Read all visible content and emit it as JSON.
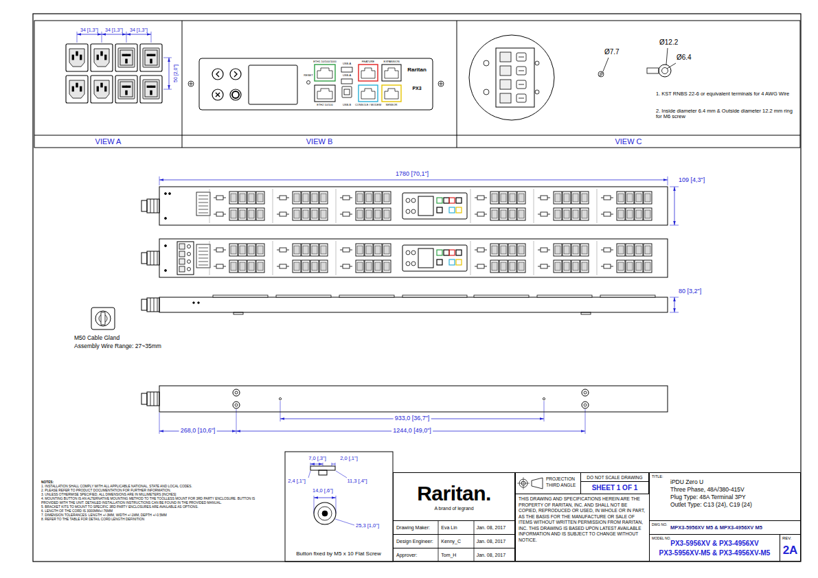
{
  "diagram": {
    "nodes": [
      {
        "text": [
          "VIEW A"
        ]
      },
      {
        "text": [
          "VIEW B"
        ]
      },
      {
        "text": [
          "VIEW C"
        ]
      },
      {
        "text": [
          "Raritan.",
          "A brand of legrand"
        ]
      },
      {
        "text": [
          "Drawing Maker:",
          "Eva Lin",
          "Jan. 08, 2017"
        ]
      },
      {
        "text": [
          "Design Engineer:",
          "Kenny_C",
          "Jan. 08, 2017"
        ]
      },
      {
        "text": [
          "Approver:",
          "Tom_H",
          "Jan. 08, 2017"
        ]
      },
      {
        "text": [
          "PROJECTION THIRD ANGLE"
        ]
      },
      {
        "text": [
          "DO NOT SCALE DRAWING"
        ]
      },
      {
        "text": [
          "SHEET 1 OF 1"
        ]
      },
      {
        "text": [
          "THIS DRAWING AND SPECIFICATIONS HEREIN ARE THE PROPERTY OF RARITAN, INC. AND SHALL NOT BE COPIED, REPRODUCED OR USED, IN WHOLE OR IN PART, AS THE BASIS FOR THE MANUFACTURE OR SALE OF ITEMS WITHOUT WRITTEN PERMISSION FROM RARITAN, INC. THIS DRAWING IS BASED UPON LATEST AVAILABLE INFORMATION AND IS SUBJECT TO CHANGE WITHOUT NOTICE."
        ]
      },
      {
        "text": [
          "TITLE:",
          "iPDU Zero U",
          "Three Phase, 48A/380-415V",
          "Plug Type: 48A Terminal 3PY",
          "Outlet Type: C13 (24), C19 (24)"
        ]
      },
      {
        "text": [
          "DWG NO.",
          "MPX3-5956XV M5 & MPX3-4956XV M5"
        ]
      },
      {
        "text": [
          "MODEL NO.",
          "PX3-5956XV & PX3-4956XV",
          "PX3-5956XV-M5 & PX3-4956XV-M5"
        ]
      },
      {
        "text": [
          "REV.",
          "2A"
        ]
      }
    ],
    "labels": [
      "34 [1,3\"]",
      "34 [1,3\"]",
      "34 [1,3\"]",
      "50 [2,0\"]",
      "RESET",
      "ETH1 10/100/1000",
      "ETH2 10/100",
      "USB-A",
      "USB-A",
      "USB-B",
      "FEATURE",
      "EXPANSION",
      "CONSOLE / MODEM",
      "SENSOR",
      "Raritan",
      "PX3",
      "Ø7.7",
      "Ø12.2",
      "Ø6.4",
      "1. KST RNBS 22-6 or equivalent terminals for 4 AWG Wire",
      "2. Inside diameter 6.4 mm & Outside diameter 12.2 mm ring for M6 screw",
      "1780 [70,1\"]",
      "109 [4,3\"]",
      "80 [3,2\"]",
      "M50 Cable Gland",
      "Assembly Wire Range: 27~35mm",
      "933,0 [36,7\"]",
      "268,0 [10,6\"]",
      "1244,0 [49,0\"]",
      "7,0 [,3\"]",
      "2,0 [,1\"]",
      "2,4 [,1\"]",
      "11,3 [,4\"]",
      "14,0 [,6\"]",
      "25,3 [1,0\"]",
      "Button fixed by M5 x 10 Flat Screw",
      "NOTES:",
      "1. INSTALLATION SHALL COMPLY WITH ALL APPLICABLE NATIONAL, STATE AND LOCAL CODES.",
      "2. PLEASE REFER TO PRODUCT DOCUMENTATION FOR FURTHER INFORMATION.",
      "3. UNLESS OTHERWISE SPECIFIED, ALL DIMENSIONS ARE IN MILLIMETERS [INCHES]",
      "4. MOUNTING BUTTON IS AN ALTERNATIVE MOUNTING METHOD TO THE TOOLLESS MOUNT FOR 3RD PARTY ENCLOSURE. BUTTON IS PROVIDED WITH THE UNIT. DETAILED INSTALLATION INSTRUCTIONS CAN BE FOUND IN THE PROVIDED MANUAL.",
      "5. BRACKET KITS TO MOUNT TO SPECIFIC 3RD PARTY ENCLOSURES ARE AVAILABLE AS OPTIONS.",
      "6. LENGTH OF THE CORD IS 3000MM+/-76MM",
      "7. DIMENSION TOLERANCES: LENGTH +/-3MM, WIDTH +/-1MM, DEPTH +/-0.5MM",
      "8. REFER TO THE TABLE FOR DETAIL CORD LENGTH DEFINITION"
    ]
  }
}
